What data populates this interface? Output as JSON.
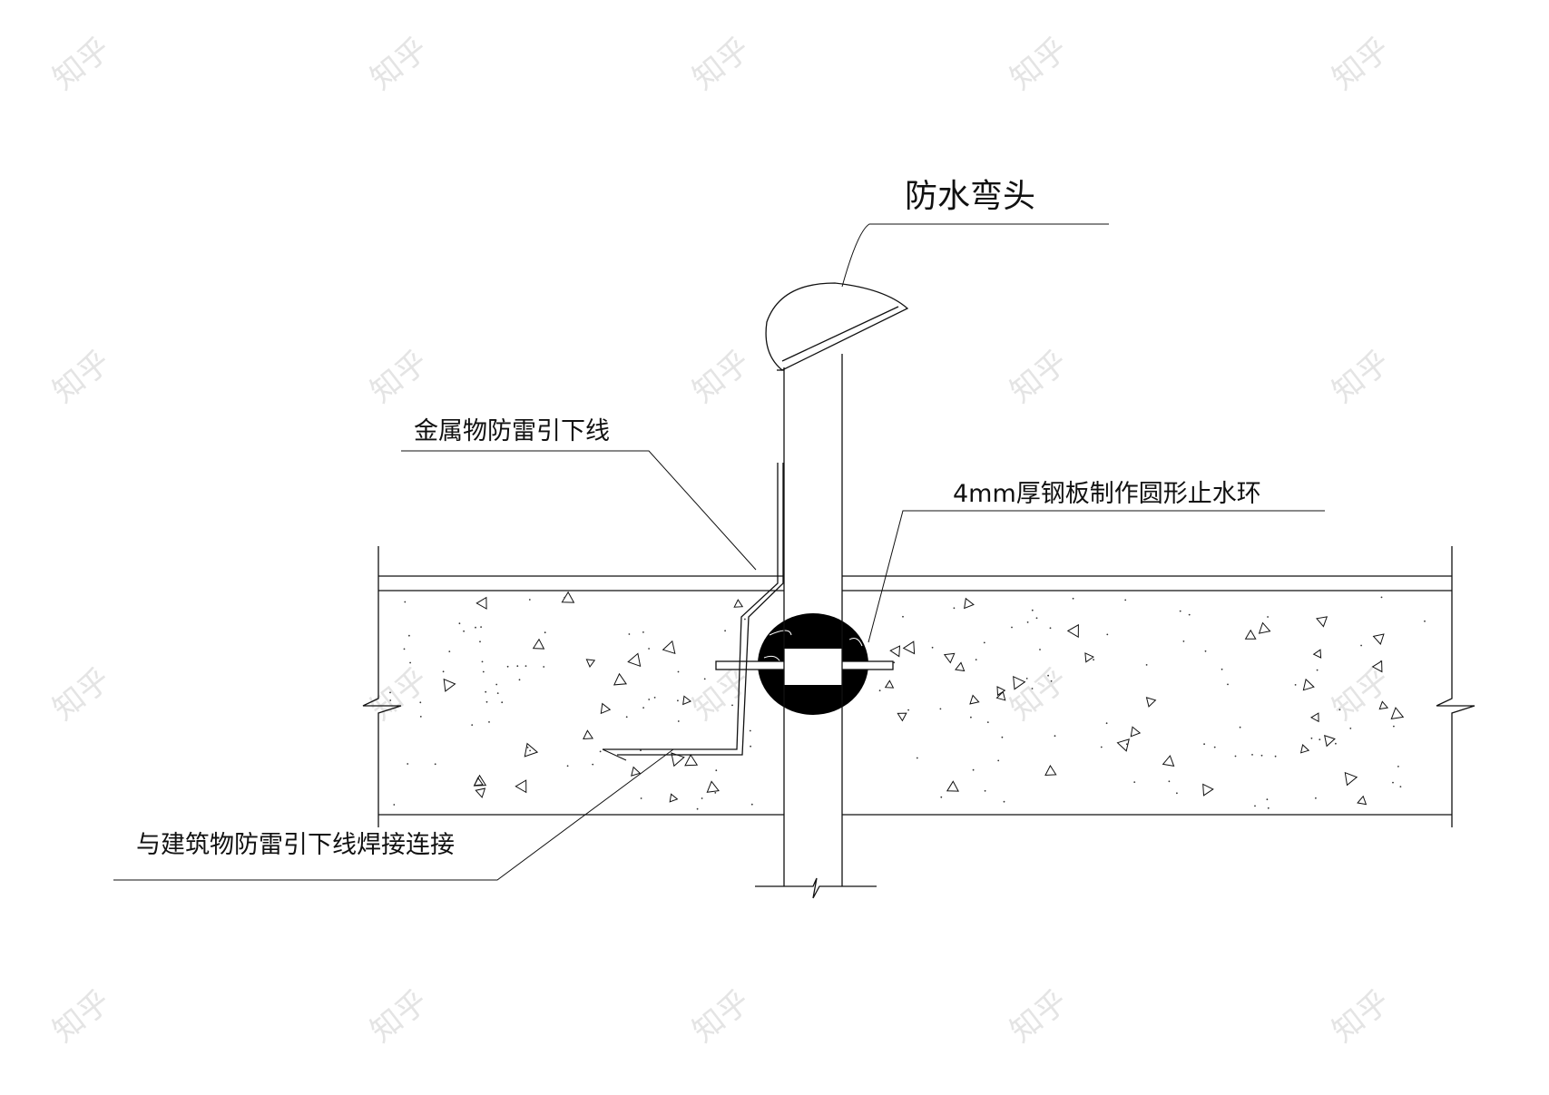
{
  "labels": {
    "elbow": "防水弯头",
    "metal_downlead": "金属物防雷引下线",
    "water_ring": "4mm厚钢板制作圆形止水环",
    "weld_connection": "与建筑物防雷引下线焊接连接"
  },
  "watermark": "知乎",
  "colors": {
    "line": "#111111",
    "ring_fill": "#000000",
    "watermark": "#e4e4e4",
    "background": "#ffffff"
  }
}
